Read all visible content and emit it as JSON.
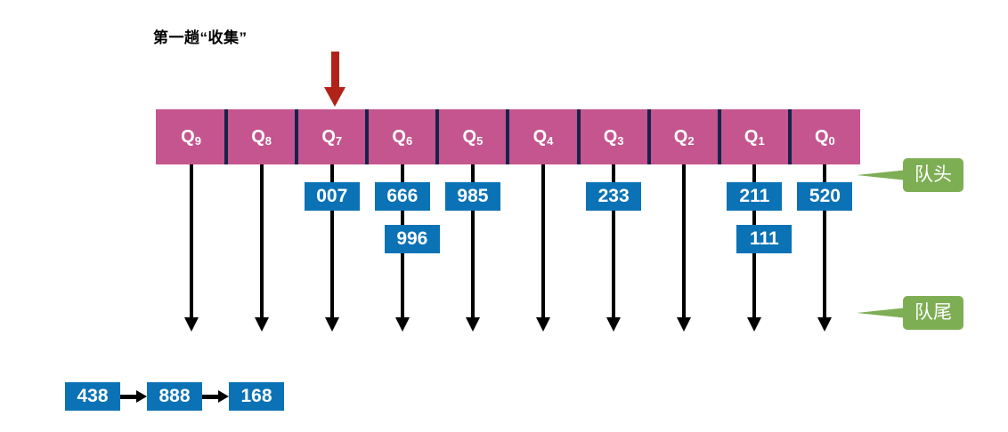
{
  "diagram": {
    "title": "第一趟“收集”",
    "colors": {
      "queue_bar": "#C4558E",
      "queue_divider": "#17224A",
      "value_box": "#0B72B5",
      "callout": "#7EAE54",
      "pointer_arrow": "#B02318",
      "drop_line": "#000000"
    },
    "pointer": {
      "name": "current-bucket-pointer",
      "targets_cell": "Q7"
    },
    "queue": {
      "cells": [
        {
          "label": "Q",
          "index": "9",
          "values": []
        },
        {
          "label": "Q",
          "index": "8",
          "values": []
        },
        {
          "label": "Q",
          "index": "7",
          "values": [
            "007"
          ]
        },
        {
          "label": "Q",
          "index": "6",
          "values": [
            "666",
            "996"
          ]
        },
        {
          "label": "Q",
          "index": "5",
          "values": [
            "985"
          ]
        },
        {
          "label": "Q",
          "index": "4",
          "values": []
        },
        {
          "label": "Q",
          "index": "3",
          "values": [
            "233"
          ]
        },
        {
          "label": "Q",
          "index": "2",
          "values": []
        },
        {
          "label": "Q",
          "index": "1",
          "values": [
            "211",
            "111"
          ]
        },
        {
          "label": "Q",
          "index": "0",
          "values": [
            "520"
          ]
        }
      ]
    },
    "callouts": {
      "head": "队头",
      "tail": "队尾"
    },
    "result_list": {
      "items": [
        "438",
        "888",
        "168"
      ]
    }
  }
}
